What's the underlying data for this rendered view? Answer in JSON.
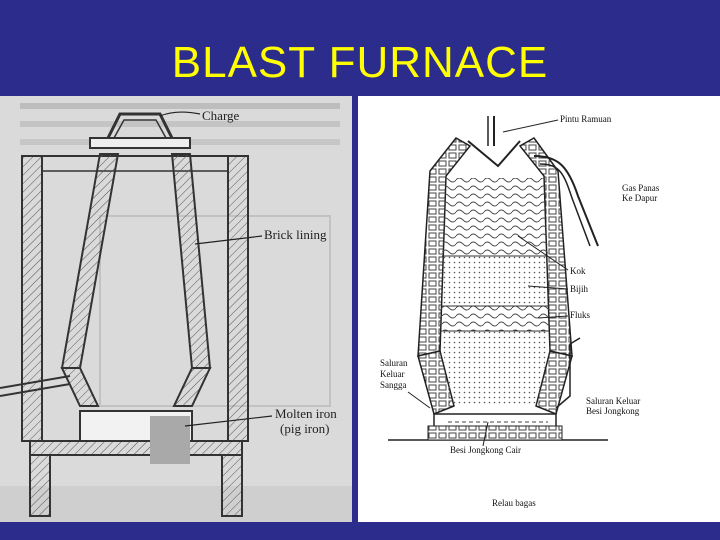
{
  "slide": {
    "title": "BLAST FURNACE",
    "background_color": "#2b2c8c",
    "title_color": "#ffff00"
  },
  "left_diagram": {
    "labels": {
      "charge": "Charge",
      "brick_lining": "Brick lining",
      "molten_iron": "Molten iron",
      "pig_iron": "(pig iron)"
    }
  },
  "right_diagram": {
    "labels": {
      "pintu_ramuan": "Pintu Ramuan",
      "gas_panas": "Gas Panas",
      "ke_dapur": "Ke Dapur",
      "kok": "Kok",
      "bijih": "Bijih",
      "fluks": "Fluks",
      "saluran_keluar_sangga_1": "Saluran",
      "saluran_keluar_sangga_2": "Keluar",
      "saluran_keluar_sangga_3": "Sangga",
      "saluran_keluar_besi_1": "Saluran Keluar",
      "saluran_keluar_besi_2": "Besi Jongkong",
      "besi_jongkong_cair": "Besi Jongkong Cair",
      "relau_bagas": "Relau bagas"
    }
  }
}
